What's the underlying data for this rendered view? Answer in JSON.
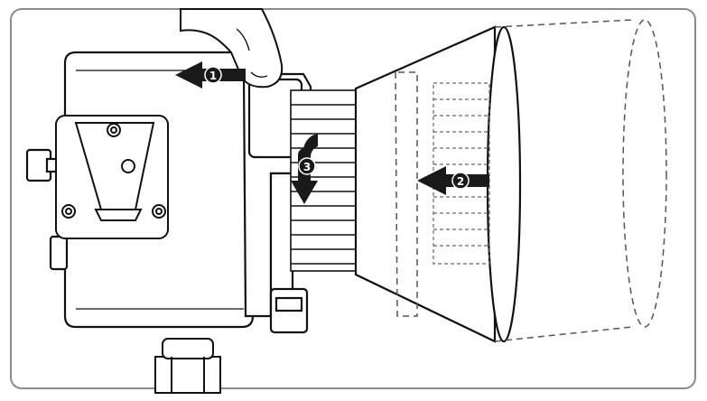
{
  "diagram": {
    "steps": [
      {
        "number": "1"
      },
      {
        "number": "2"
      },
      {
        "number": "3"
      }
    ]
  },
  "colors": {
    "line": "#111111",
    "frame": "#8c8c8c",
    "hand_fill": "#ffffff",
    "dashed": "#666666",
    "arrow": "#1a1a1a",
    "badge_text": "#ffffff"
  }
}
